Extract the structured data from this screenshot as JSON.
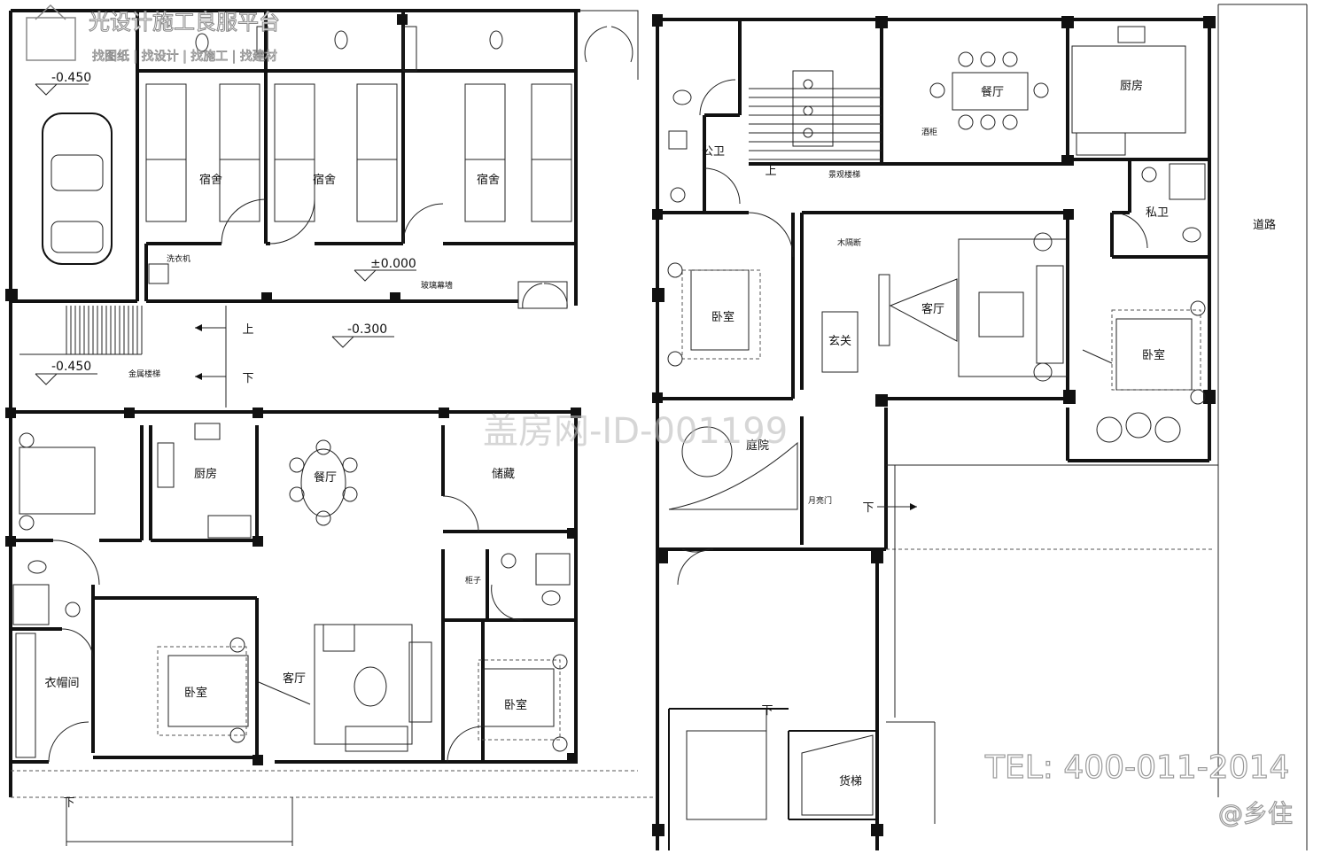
{
  "watermark": {
    "platform_name": "光设计施工良服平台",
    "platform_links": "找图纸 | 找设计 | 找施工 | 找建材",
    "id_text": "盖房网-ID-001199",
    "tel": "TEL: 400-011-2014",
    "signature": "@乡住"
  },
  "left_plan": {
    "rooms": {
      "dorm_1": "宿舍",
      "dorm_2": "宿舍",
      "dorm_3": "宿舍",
      "kitchen": "厨房",
      "dining": "餐厅",
      "storage": "储藏",
      "cloakroom": "衣帽间",
      "bedroom_left": "卧室",
      "living": "客厅",
      "bedroom_right": "卧室"
    },
    "annotations": {
      "washer": "洗衣机",
      "glass_curtain": "玻璃幕墙",
      "metal_stair": "金属楼梯",
      "cabinet": "柜子"
    },
    "levels": {
      "garage": "-0.450",
      "corridor": "±0.000",
      "yard": "-0.300",
      "stair_landing": "-0.450"
    },
    "arrows": {
      "up": "上",
      "down": "下",
      "down_bottom": "下"
    }
  },
  "right_plan": {
    "rooms": {
      "public_wc": "公卫",
      "dining": "餐厅",
      "kitchen": "厨房",
      "private_wc": "私卫",
      "road": "道路",
      "bedroom_left": "卧室",
      "foyer": "玄关",
      "living": "客厅",
      "bedroom_right": "卧室",
      "courtyard": "庭院",
      "freight_lift": "货梯"
    },
    "annotations": {
      "landscape_stair": "景观楼梯",
      "wine_cabinet": "酒柜",
      "wood_partition": "木隔断",
      "moon_gate": "月亮门"
    },
    "arrows": {
      "up": "上",
      "down_yard": "下",
      "down_stair": "下"
    }
  }
}
